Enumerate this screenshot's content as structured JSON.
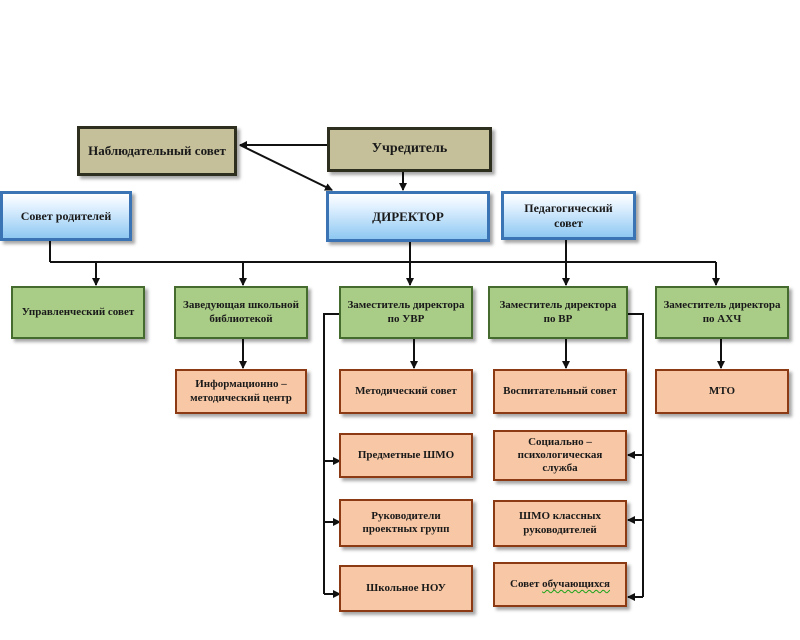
{
  "colors": {
    "olive_fill": "#c6c09a",
    "blue_fill": "#8ec8f2",
    "green_fill": "#a9cc87",
    "orange_fill": "#f8c8a6",
    "line": "#111111"
  },
  "nodes": {
    "observer_council": "Наблюдательный совет",
    "founder": "Учредитель",
    "parents_council": "Совет родителей",
    "director": "ДИРЕКТОР",
    "pedagogical_council": "Педагогический совет",
    "management_council": "Управленческий совет",
    "library_head": "Заведующая школьной библиотекой",
    "deputy_uvr": "Заместитель директора по УВР",
    "deputy_vr": "Заместитель директора по ВР",
    "deputy_ahch": "Заместитель директора по АХЧ",
    "info_center": "Информационно – методический центр",
    "method_council": "Методический совет",
    "subject_shmo": "Предметные ШМО",
    "project_leaders": "Руководители проектных групп",
    "school_nou": "Школьное НОУ",
    "educational_council": "Воспитательный совет",
    "social_psych": "Социально – психологическая служба",
    "shmo_class": "ШМО классных руководителей",
    "students_council_prefix": "Совет ",
    "students_council_word": "обучающихся",
    "mto": "МТО"
  }
}
